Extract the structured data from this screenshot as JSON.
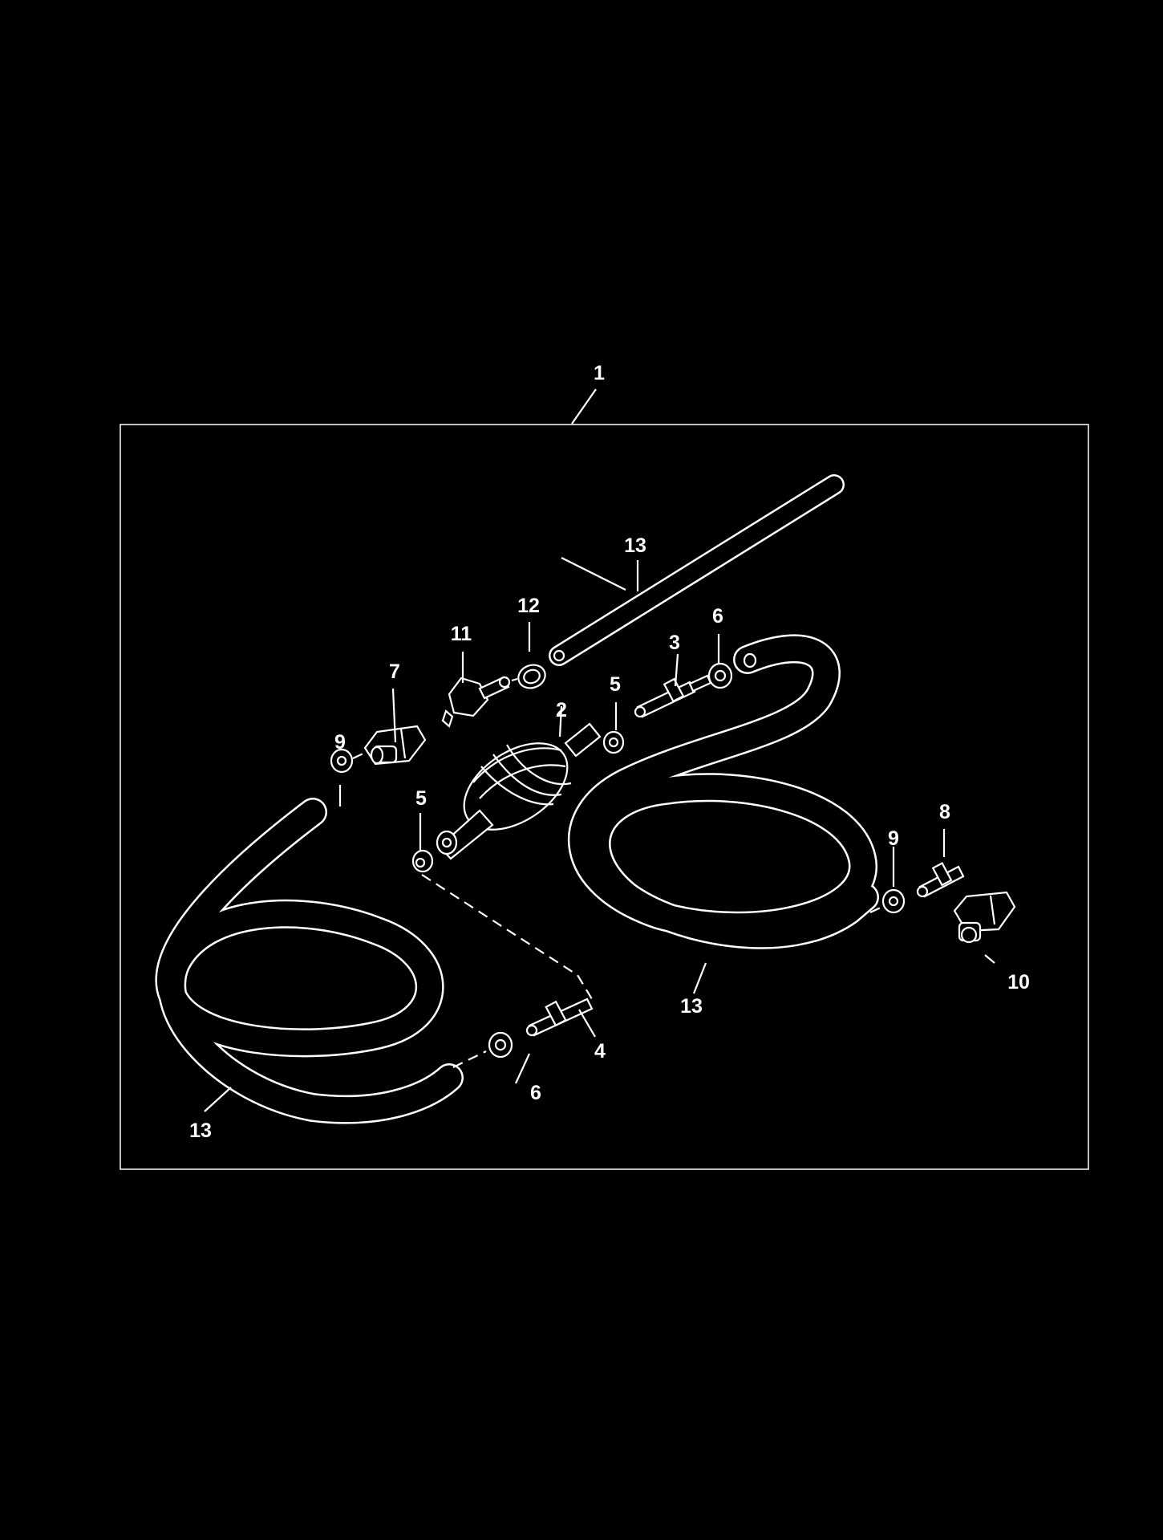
{
  "callouts": {
    "c1": "1",
    "c2": "2",
    "c3": "3",
    "c4": "4",
    "c5a": "5",
    "c5b": "5",
    "c6a": "6",
    "c6b": "6",
    "c7": "7",
    "c8": "8",
    "c9a": "9",
    "c9b": "9",
    "c10": "10",
    "c11": "11",
    "c12": "12",
    "c13a": "13",
    "c13b": "13",
    "c13c": "13"
  },
  "colors": {
    "background": "#000000",
    "line": "#ffffff"
  }
}
